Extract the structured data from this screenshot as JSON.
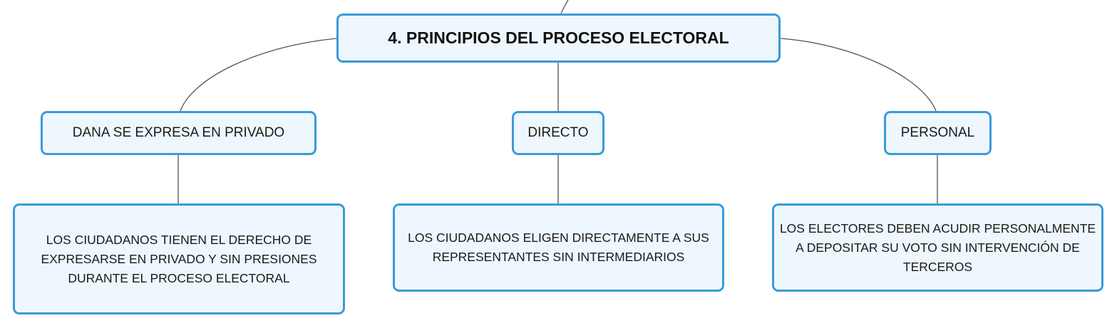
{
  "map": {
    "root": {
      "label": "4. PRINCIPIOS DEL PROCESO ELECTORAL"
    },
    "branches": [
      {
        "label": "DANA SE EXPRESA EN PRIVADO",
        "description": "LOS CIUDADANOS TIENEN EL DERECHO DE EXPRESARSE EN PRIVADO Y SIN PRESIONES DURANTE EL PROCESO ELECTORAL"
      },
      {
        "label": "DIRECTO",
        "description": "LOS CIUDADANOS ELIGEN DIRECTAMENTE A SUS REPRESENTANTES SIN INTERMEDIARIOS"
      },
      {
        "label": "PERSONAL",
        "description": "LOS ELECTORES DEBEN ACUDIR PERSONALMENTE A DEPOSITAR SU VOTO SIN INTERVENCIÓN DE TERCEROS"
      }
    ]
  },
  "colors": {
    "node_border": "#3a9ad9",
    "node_fill": "#eef7fd",
    "connector": "#555555"
  }
}
